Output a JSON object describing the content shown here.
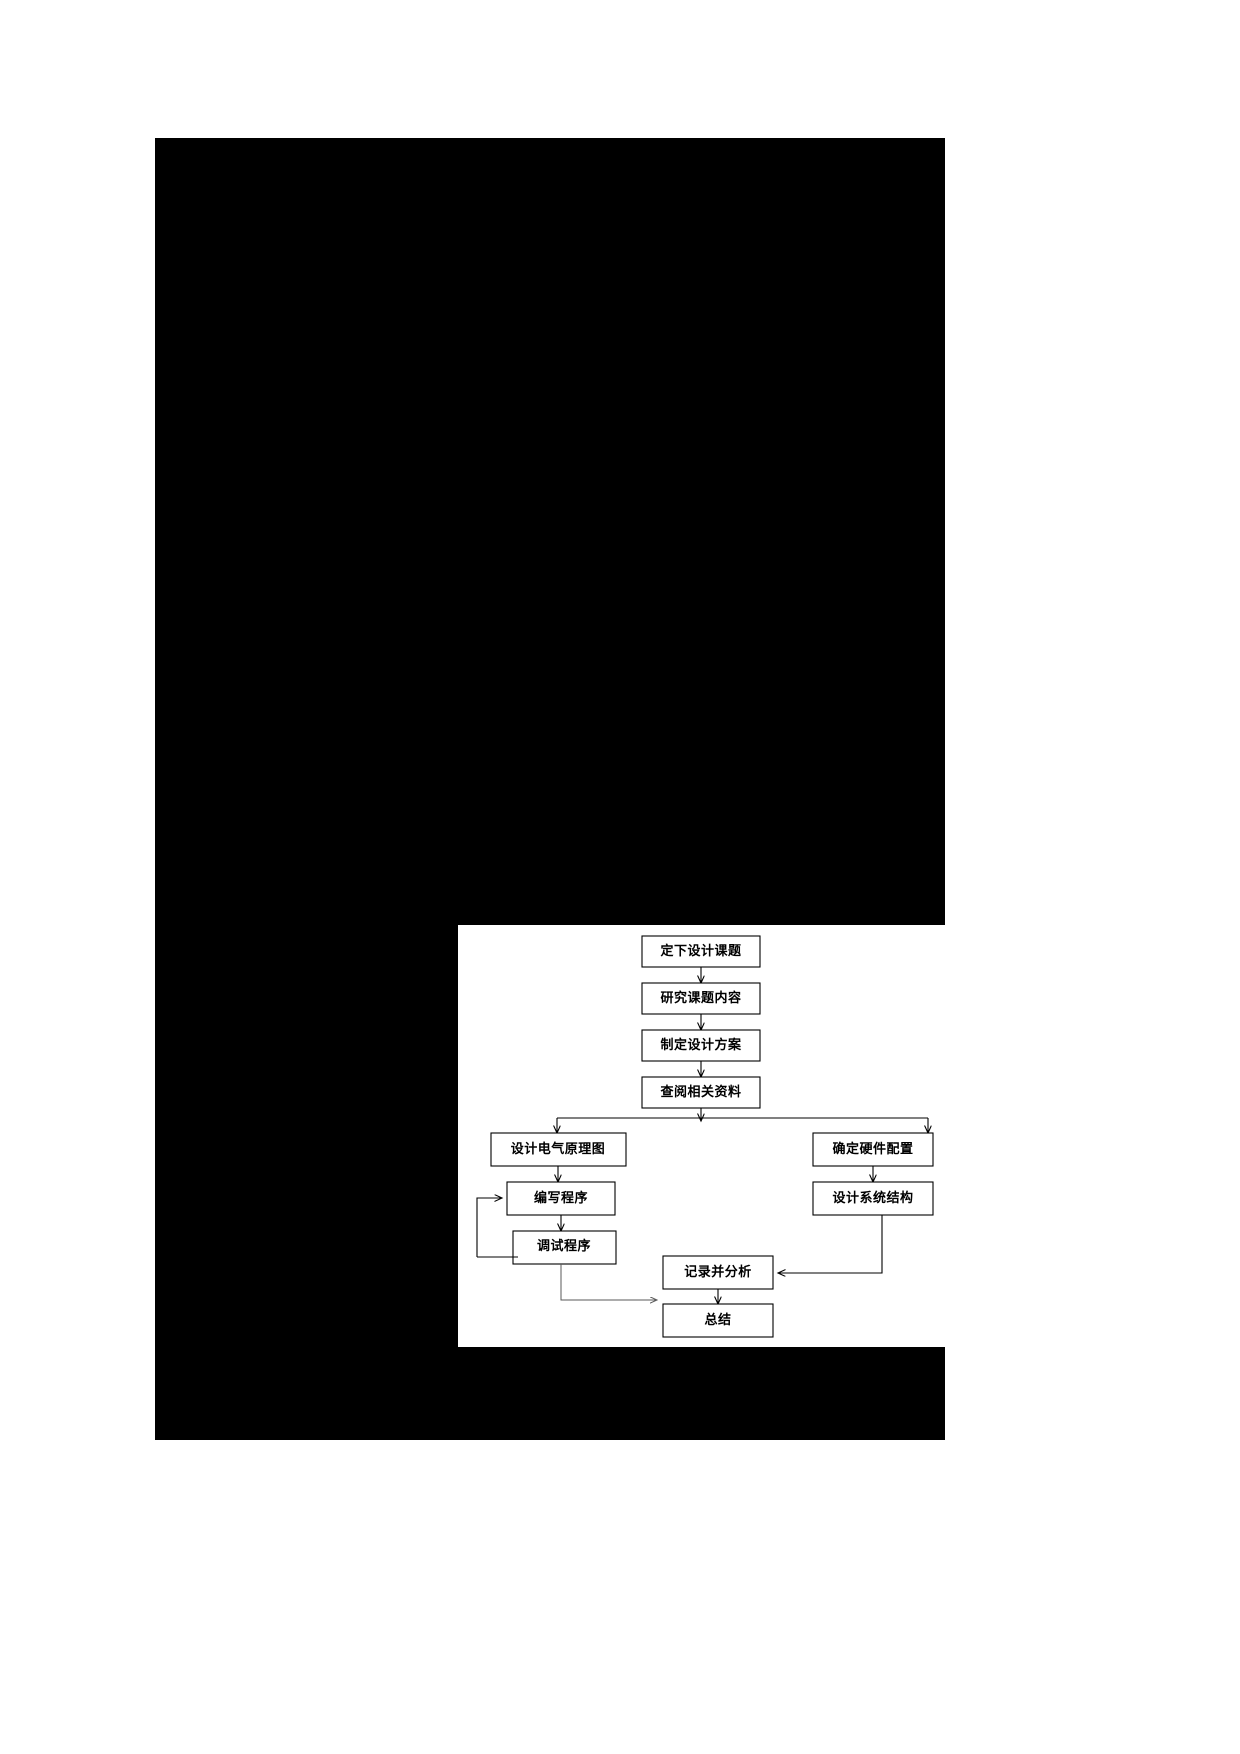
{
  "page": {
    "background_color": "#ffffff",
    "scan_region_color": "#000000",
    "figure_background_color": "#ffffff"
  },
  "figure": {
    "title": "",
    "nodes": [
      {
        "id": "n1",
        "label": "定下设计课题"
      },
      {
        "id": "n2",
        "label": "研究课题内容"
      },
      {
        "id": "n3",
        "label": "制定设计方案"
      },
      {
        "id": "n4",
        "label": "查阅相关资料"
      },
      {
        "id": "n5",
        "label": "设计电气原理图"
      },
      {
        "id": "n6",
        "label": "编写程序"
      },
      {
        "id": "n7",
        "label": "调试程序"
      },
      {
        "id": "n8",
        "label": "确定硬件配置"
      },
      {
        "id": "n9",
        "label": "设计系统结构"
      },
      {
        "id": "n10",
        "label": "记录并分析"
      },
      {
        "id": "n11",
        "label": "总结"
      }
    ],
    "edges": [
      {
        "from": "n1",
        "to": "n2",
        "kind": "arrow-down"
      },
      {
        "from": "n2",
        "to": "n3",
        "kind": "arrow-down"
      },
      {
        "from": "n3",
        "to": "n4",
        "kind": "arrow-down"
      },
      {
        "from": "n4",
        "to": "n5",
        "kind": "branch-left"
      },
      {
        "from": "n4",
        "to": "n8",
        "kind": "branch-right"
      },
      {
        "from": "n5",
        "to": "n6",
        "kind": "arrow-down"
      },
      {
        "from": "n6",
        "to": "n7",
        "kind": "arrow-down"
      },
      {
        "from": "n7",
        "to": "n6",
        "kind": "feedback-loop-left"
      },
      {
        "from": "n7",
        "to": "n10",
        "kind": "elbow-right"
      },
      {
        "from": "n8",
        "to": "n9",
        "kind": "arrow-down"
      },
      {
        "from": "n9",
        "to": "n10",
        "kind": "elbow-left"
      },
      {
        "from": "n10",
        "to": "n11",
        "kind": "arrow-down"
      }
    ]
  }
}
